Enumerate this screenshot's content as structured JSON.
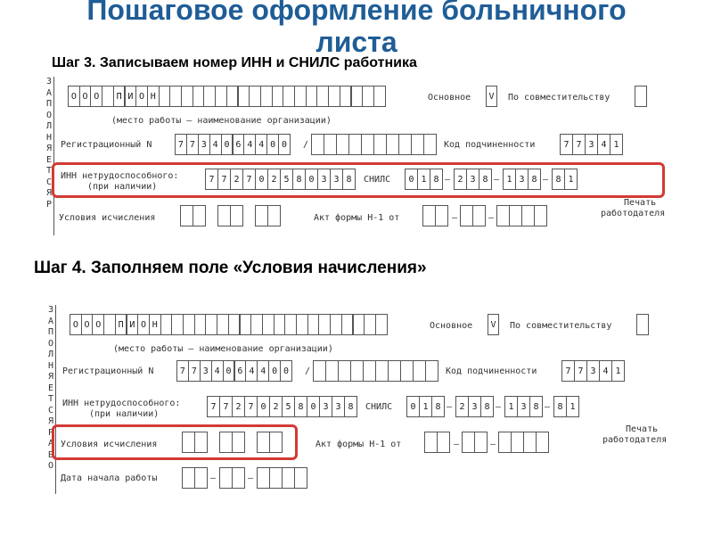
{
  "title": "Пошаговое оформление больничного листа",
  "step3": "Шаг 3. Записываем номер ИНН и СНИЛС работника",
  "step4": "Шаг 4. Заполняем поле «Условия начисления»",
  "form": {
    "org_chars": [
      "О",
      "О",
      "О",
      "",
      "П",
      "И",
      "О",
      "Н"
    ],
    "label_main": "Основное",
    "main_mark": "V",
    "label_secondary": "По совместительству",
    "label_org": "(место работы – наименование организации)",
    "label_regnum": "Регистрационный N",
    "reg_digits": [
      "7",
      "7",
      "3",
      "4",
      "0",
      "6",
      "4",
      "4",
      "0",
      "0"
    ],
    "slash": "/",
    "label_subcode": "Код подчиненности",
    "sub_digits": [
      "7",
      "7",
      "3",
      "4",
      "1"
    ],
    "label_inn": "ИНН нетрудоспособного:",
    "label_inn_note": "(при наличии)",
    "inn_digits": [
      "7",
      "7",
      "2",
      "7",
      "0",
      "2",
      "5",
      "8",
      "0",
      "3",
      "3",
      "8"
    ],
    "label_snils": "СНИЛС",
    "snils_groups": [
      [
        "0",
        "1",
        "8"
      ],
      [
        "2",
        "3",
        "8"
      ],
      [
        "1",
        "3",
        "8"
      ],
      [
        "8",
        "1"
      ]
    ],
    "dash": "–",
    "label_conditions": "Условия исчисления",
    "label_act": "Акт формы Н-1 от",
    "label_stamp_1": "Печать",
    "label_stamp_2": "работодателя",
    "label_start": "Дата начала работы",
    "vertical_top": [
      "З",
      "А",
      "П",
      "О",
      "Л",
      "Н",
      "Я",
      "Е",
      "Т",
      "С",
      "Я",
      "Р"
    ],
    "vertical_bottom": [
      "З",
      "А",
      "П",
      "О",
      "Л",
      "Н",
      "Я",
      "Е",
      "Т",
      "С",
      "Я",
      "Р",
      "А",
      "Б",
      "О"
    ]
  }
}
